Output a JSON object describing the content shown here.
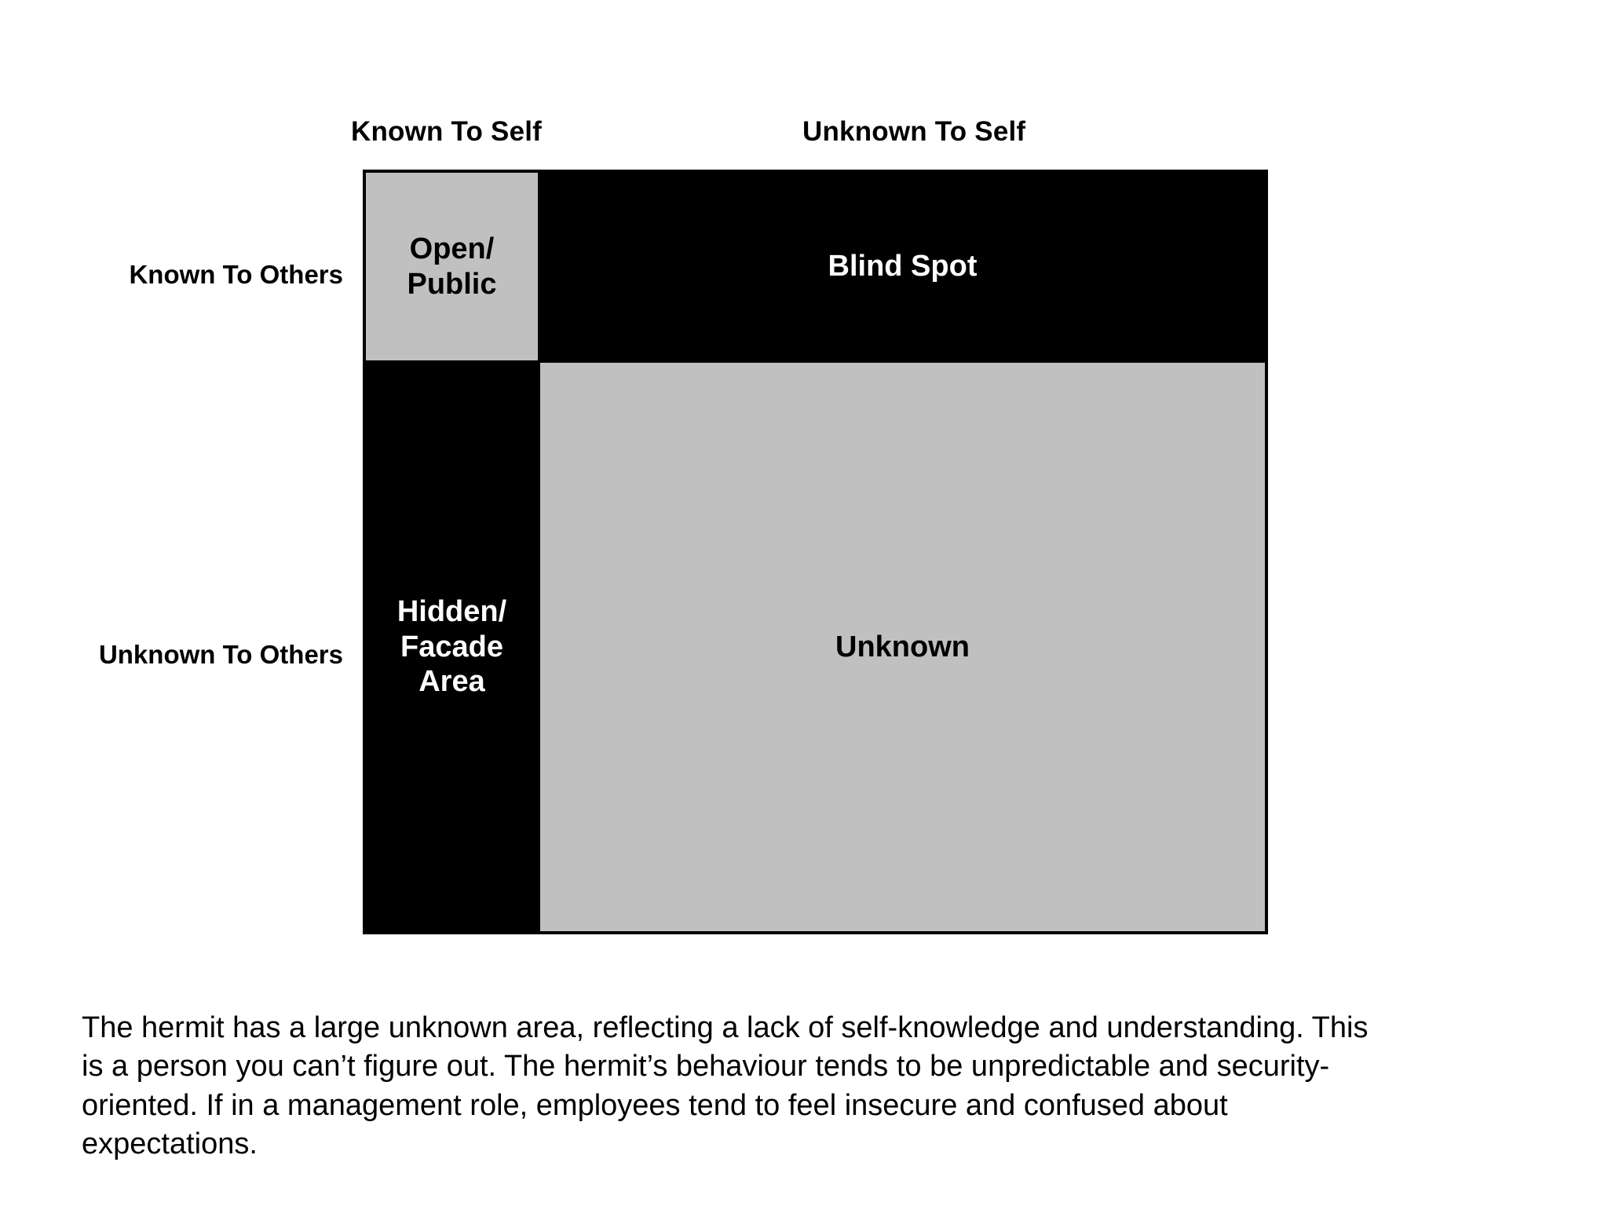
{
  "diagram": {
    "type": "johari-window",
    "column_headers": [
      {
        "id": "known-self",
        "label": "Known To Self"
      },
      {
        "id": "unknown-self",
        "label": "Unknown To Self"
      }
    ],
    "row_headers": [
      {
        "id": "known-others",
        "label": "Known To Others"
      },
      {
        "id": "unknown-others",
        "label": "Unknown To Others"
      }
    ],
    "quadrants": {
      "open": {
        "name": "Open/Public",
        "lines": [
          "Open/",
          "Public"
        ],
        "fill": "#c0c0c0",
        "text_color": "#000000"
      },
      "blind": {
        "name": "Blind Spot",
        "lines": [
          "Blind Spot"
        ],
        "fill": "#000000",
        "text_color": "#ffffff"
      },
      "hidden": {
        "name": "Hidden/Facade Area",
        "lines": [
          "Hidden/",
          "Facade",
          "Area"
        ],
        "fill": "#000000",
        "text_color": "#ffffff"
      },
      "unknown": {
        "name": "Unknown",
        "lines": [
          "Unknown"
        ],
        "fill": "#c0c0c0",
        "text_color": "#000000"
      }
    },
    "border_color": "#000000"
  },
  "description": {
    "text": "The hermit has a large unknown area, reflecting a lack of self-knowledge and understanding. This is a person you can’t figure out. The hermit’s behaviour tends to be unpredictable and security-oriented. If in a management role, employees tend to feel insecure and confused about expectations.",
    "lines": [
      "The hermit has a large unknown area, reflecting a lack of self-knowledge and understanding. This",
      "is a person you can’t figure out. The hermit’s behaviour tends to be unpredictable and security-",
      "oriented. If in a management role, employees tend to feel insecure and confused about",
      "expectations."
    ]
  }
}
